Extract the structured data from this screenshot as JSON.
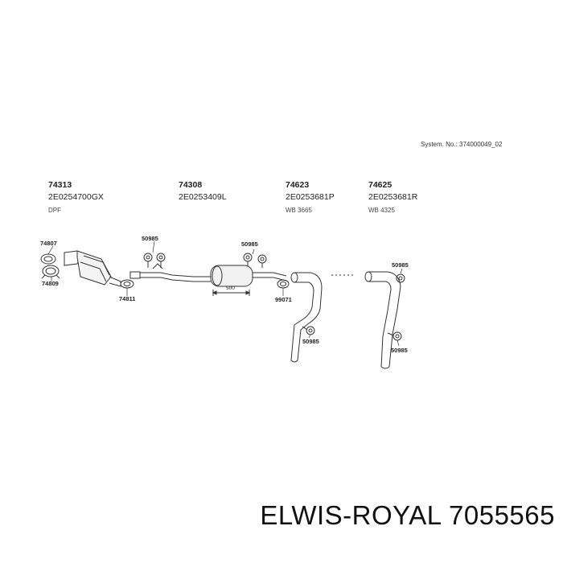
{
  "system_no": "System. No.: 374000049_02",
  "groups": [
    {
      "part": "74313",
      "oem": "2E0254700GX",
      "note": "DPF"
    },
    {
      "part": "74308",
      "oem": "2E0253409L",
      "note": ""
    },
    {
      "part": "74623",
      "oem": "2E0253681P",
      "note": "WB 3665"
    },
    {
      "part": "74625",
      "oem": "2E0253681R",
      "note": "WB 4325"
    }
  ],
  "callouts": {
    "c74807": "74807",
    "c74809": "74809",
    "c74811": "74811",
    "c50985_a": "50985",
    "c50985_b": "50985",
    "c50985_c": "50985",
    "c50985_d": "50985",
    "c50985_e": "50985",
    "c99071": "99071",
    "dim500": "500"
  },
  "brand": "ELWIS-ROYAL 7055565"
}
